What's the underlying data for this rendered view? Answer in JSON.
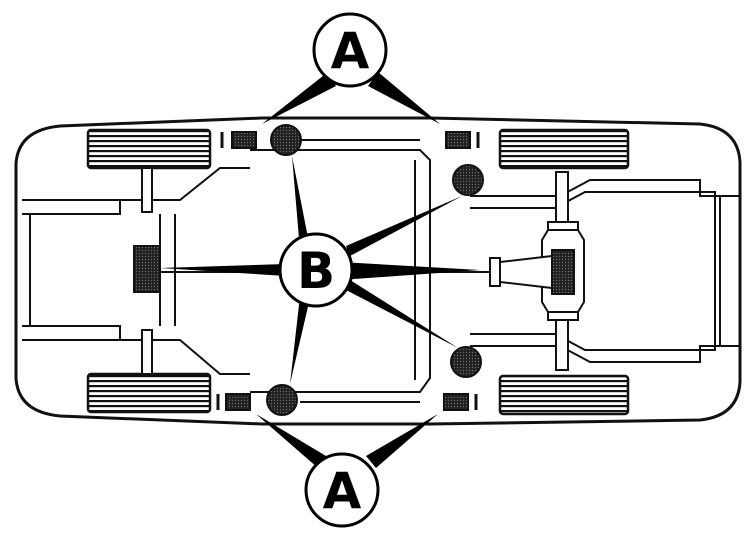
{
  "diagram": {
    "callouts": {
      "top_a": "A",
      "center_b": "B",
      "bottom_a": "A"
    }
  }
}
